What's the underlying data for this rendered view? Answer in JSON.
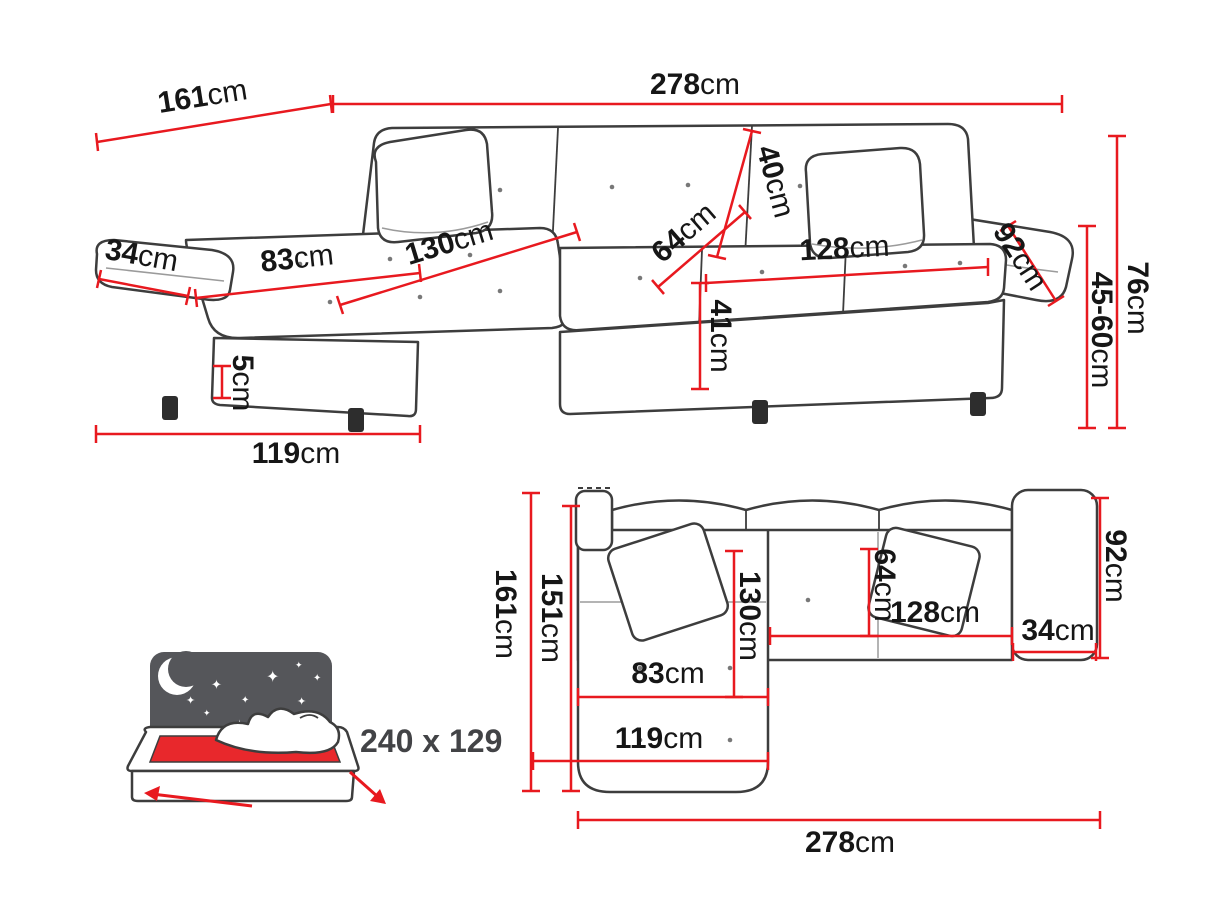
{
  "colors": {
    "dimension_red": "#e8191f",
    "outline_gray": "#3d3d3d",
    "icon_background": "#55565a",
    "sleeping_area_red": "#e8282c",
    "text_black": "#161616"
  },
  "perspective_view": {
    "width_top": {
      "num": "278",
      "unit": "cm"
    },
    "depth_left": {
      "num": "161",
      "unit": "cm"
    },
    "armrest_left_width": {
      "num": "34",
      "unit": "cm"
    },
    "chaise_seat_width": {
      "num": "83",
      "unit": "cm"
    },
    "chaise_length": {
      "num": "130",
      "unit": "cm"
    },
    "seat_depth": {
      "num": "64",
      "unit": "cm"
    },
    "backrest_depth": {
      "num": "40",
      "unit": "cm"
    },
    "seat_width": {
      "num": "128",
      "unit": "cm"
    },
    "armrest_right_length": {
      "num": "92",
      "unit": "cm"
    },
    "total_height": {
      "num": "76",
      "unit": "cm"
    },
    "seat_height_range": {
      "num": "45-60",
      "unit": "cm"
    },
    "seat_height": {
      "num": "41",
      "unit": "cm"
    },
    "leg_height": {
      "num": "5",
      "unit": "cm"
    },
    "chaise_outer_depth": {
      "num": "119",
      "unit": "cm"
    }
  },
  "plan_view": {
    "depth_total": {
      "num": "161",
      "unit": "cm"
    },
    "depth_inner": {
      "num": "151",
      "unit": "cm"
    },
    "chaise_length": {
      "num": "130",
      "unit": "cm"
    },
    "seat_depth": {
      "num": "64",
      "unit": "cm"
    },
    "armrest_right_length": {
      "num": "92",
      "unit": "cm"
    },
    "seat_width": {
      "num": "128",
      "unit": "cm"
    },
    "armrest_right_width": {
      "num": "34",
      "unit": "cm"
    },
    "chaise_seat_width": {
      "num": "83",
      "unit": "cm"
    },
    "chaise_outer_width": {
      "num": "119",
      "unit": "cm"
    },
    "width_total": {
      "num": "278",
      "unit": "cm"
    }
  },
  "sleeping_icon": {
    "dimensions_label": "240 x 129"
  }
}
